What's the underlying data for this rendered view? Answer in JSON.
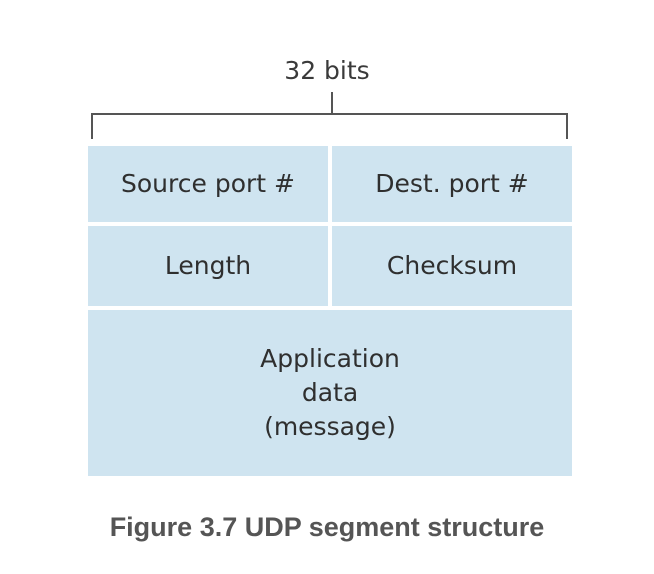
{
  "diagram": {
    "width_label": "32 bits",
    "fields": {
      "source_port": "Source port #",
      "dest_port": "Dest. port #",
      "length": "Length",
      "checksum": "Checksum",
      "app_data": "Application\ndata\n(message)"
    },
    "cell_color": "#cfe4f0",
    "bracket_color": "#555555"
  },
  "caption": "Figure 3.7 UDP segment structure"
}
